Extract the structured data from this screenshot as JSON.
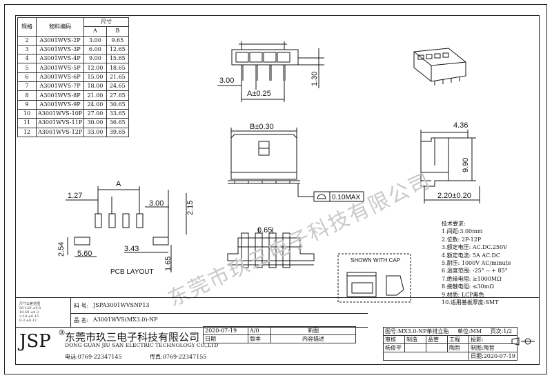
{
  "spec_table": {
    "headers": {
      "size": "规格",
      "part": "物料编码",
      "dims": "尺寸",
      "a": "A",
      "b": "B"
    },
    "rows": [
      [
        "2",
        "A3001WVS-2P",
        "3.00",
        "9.65"
      ],
      [
        "3",
        "A3001WVS-3P",
        "6.00",
        "12.65"
      ],
      [
        "4",
        "A3001WVS-4P",
        "9.00",
        "15.65"
      ],
      [
        "5",
        "A3001WVS-5P",
        "12.00",
        "18.65"
      ],
      [
        "6",
        "A3001WVS-6P",
        "15.00",
        "21.65"
      ],
      [
        "7",
        "A3001WVS-7P",
        "18.00",
        "24.65"
      ],
      [
        "8",
        "A3001WVS-8P",
        "21.00",
        "27.65"
      ],
      [
        "9",
        "A3001WVS-9P",
        "24.00",
        "30.65"
      ],
      [
        "10",
        "A3001WVS-10P",
        "27.00",
        "33.65"
      ],
      [
        "11",
        "A3001WVS-11P",
        "30.00",
        "36.65"
      ],
      [
        "12",
        "A3001WVS-12P",
        "33.00",
        "39.65"
      ]
    ]
  },
  "dims": {
    "top_3_00": "3.00",
    "top_a": "A±0.25",
    "top_1_30": "1.30",
    "front_b": "B±0.30",
    "flatness": "0.10MAX",
    "side_4_36": "4.36",
    "side_9_90": "9.90",
    "side_2_20": "2.20±0.20",
    "pcb_1_27": "1.27",
    "pcb_a": "A",
    "pcb_3_00": "3.00",
    "pcb_2_15": "2.15",
    "pcb_2_54": "2.54",
    "pcb_5_60": "5.60",
    "pcb_3_43": "3.43",
    "pcb_1_65": "1.65",
    "pcb_label": "PCB LAYOUT",
    "bottom_0_65": "0.65",
    "shown_cap": "SHOWN WITH CAP"
  },
  "tech": {
    "title": "技术要求:",
    "items": [
      "1.间距:3.00mm",
      "2.位数: 2P-12P",
      "3.额定电压: AC.DC.250V",
      "4.额定电流: 5A AC.DC",
      "5.耐压: 1000V AC/minute",
      "6.温度范围: -25° -- + 85°",
      "7.绝缘电阻: ≥1000MΩ",
      "8.接触电阻: ≤30mΩ",
      "9.材质: LCP黑色",
      "10.适用基板厚度:SMT"
    ]
  },
  "tolerance": {
    "title": "尺寸公差范围",
    "rows": [
      "50-120  ±0.5",
      "18-50  ±0.3",
      "3-18  ±0.15",
      "0-3  ±0.12"
    ]
  },
  "title_block": {
    "part_no_label": "料  号:",
    "part_no": "JSPA3001WVSNP13",
    "name_label": "品  名:",
    "name": "A3001WVS(MX3.0)-NP",
    "logo": "JSP",
    "reg": "®",
    "company_cn": "东莞市玖三电子科技有限公司",
    "company_en": "DONG GUAN JIU SAN ELECTRIC TECHNOLOGY CO.,LTD",
    "phone": "电话:0769-22347145",
    "fax": "传真:0769-22347155",
    "drawing_no": "图号:MX3.0-NP单排立贴",
    "unit": "单位:MM",
    "page": "页次:1/2",
    "review": "审核",
    "make": "制造",
    "quality": "品管",
    "eng": "工程",
    "projection": "投影:",
    "date1": "2020-07-19",
    "ver": "A/0",
    "desc": "新图",
    "date_h": "日期",
    "ver_h": "版本",
    "desc_h": "内容描述",
    "reviewer": "杨俊平",
    "drawer": "陶哲",
    "draw_label": "制图:陶哲",
    "draw_date": "日期:2020-07-19"
  },
  "watermark": "东莞市玖三电子科技有限公司"
}
